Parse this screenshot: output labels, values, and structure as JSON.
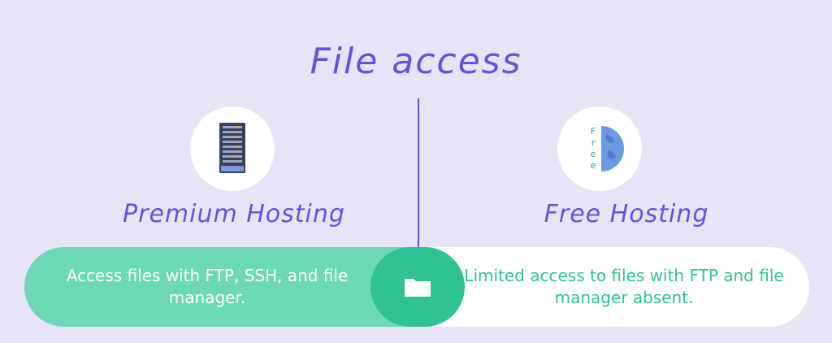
{
  "title": "File access",
  "left": {
    "label": "Premium Hosting",
    "icon": "server-rack-icon",
    "description": "Access files with FTP, SSH, and file manager."
  },
  "right": {
    "label": "Free Hosting",
    "icon": "free-globe-icon",
    "icon_text": "Free",
    "description": "Limited access to files with FTP and file manager absent."
  },
  "center_icon": "folder-icon",
  "colors": {
    "background": "#e6e4f6",
    "accent": "#6a4fe0",
    "green_light": "#6cd8b6",
    "green_dark": "#2fc394"
  }
}
